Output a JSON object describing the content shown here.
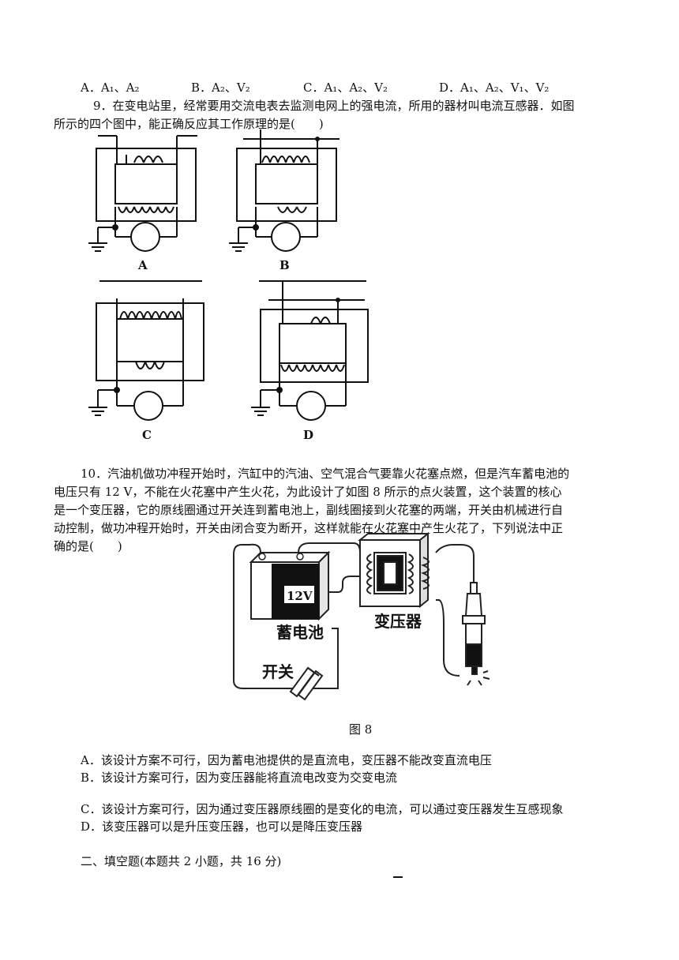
{
  "q8_options": {
    "a": "A．A₁、A₂",
    "b": "B．A₂、V₂",
    "c": "C．A₁、A₂、V₂",
    "d": "D．A₁、A₂、V₁、V₂"
  },
  "q9": {
    "line1": "9．在变电站里，经常要用交流电表去监测电网上的强电流，所用的器材叫电流互感器．如图",
    "line2": "所示的四个图中，能正确反应其工作原理的是(　　)",
    "labels": [
      "A",
      "B",
      "C",
      "D"
    ]
  },
  "q10": {
    "line1": "10．汽油机做功冲程开始时，汽缸中的汽油、空气混合气要靠火花塞点燃，但是汽车蓄电池的",
    "line2": "电压只有 12 V，不能在火花塞中产生火花，为此设计了如图 8 所示的点火装置，这个装置的核心",
    "line3": "是一个变压器，它的原线圈通过开关连到蓄电池上，副线圈接到火花塞的两端，开关由机械进行自",
    "line4": "动控制，做功冲程开始时，开关由闭合变为断开，这样就能在火花塞中产生火花了，下列说法中正",
    "line5": "确的是(　　)",
    "figure": {
      "battery_voltage": "12V",
      "battery_label": "蓄电池",
      "transformer_label": "变压器",
      "switch_label": "开关",
      "caption": "图 8"
    },
    "options": {
      "a": "A．该设计方案不可行，因为蓄电池提供的是直流电，变压器不能改变直流电压",
      "b": "B．该设计方案可行，因为变压器能将直流电改变为交变电流",
      "c": "C．该设计方案可行，因为通过变压器原线圈的是变化的电流，可以通过变压器发生互感现象",
      "d": "D．该变压器可以是升压变压器，也可以是降压变压器"
    }
  },
  "section2": {
    "heading": "二、填空题(本题共 2 小题，共 16 分)"
  }
}
